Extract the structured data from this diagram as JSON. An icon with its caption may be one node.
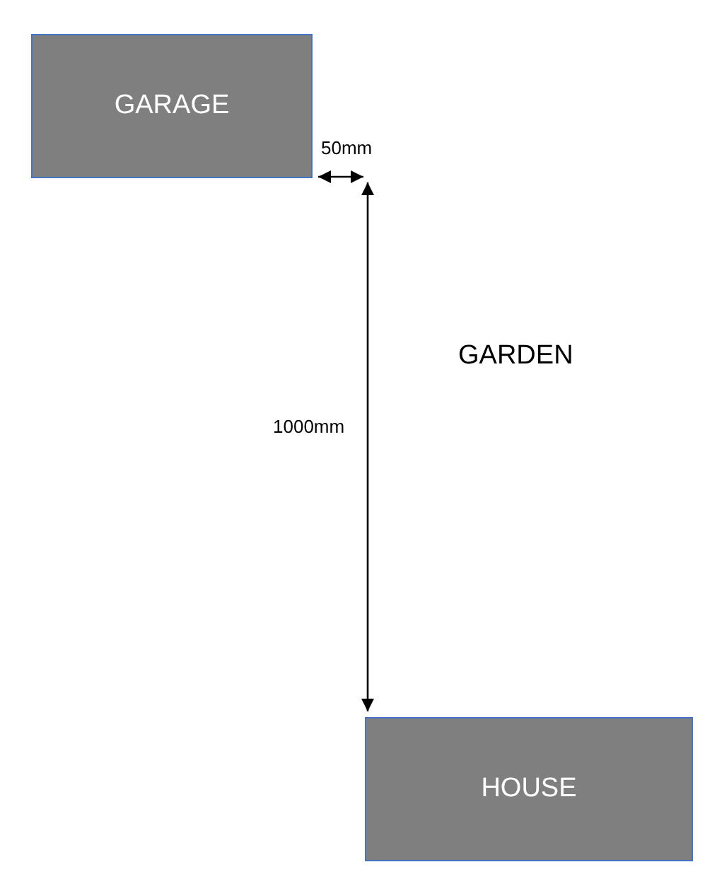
{
  "diagram": {
    "nodes": [
      {
        "text": [
          "GARAGE"
        ]
      },
      {
        "text": [
          "HOUSE"
        ]
      }
    ],
    "edges": [],
    "labels": [
      "50mm",
      "GARDEN",
      "1000mm"
    ]
  }
}
